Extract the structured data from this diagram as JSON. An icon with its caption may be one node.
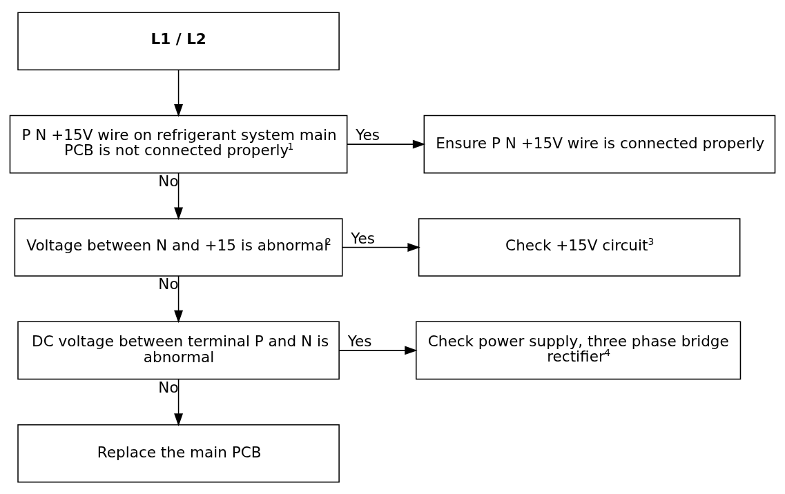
{
  "diagram": {
    "nodes": [
      {
        "text": [
          "L1 / L2"
        ]
      },
      {
        "text": [
          "P N +15V wire on refrigerant system main PCB is not connected properly$^{1}$"
        ]
      },
      {
        "text": [
          "Ensure P N +15V wire is connected properly"
        ]
      },
      {
        "text": [
          "Voltage between N and +15 is abnormal$^{2}$"
        ]
      },
      {
        "text": [
          "Check +15V circuit$^{3}$"
        ]
      },
      {
        "text": [
          "DC voltage between terminal P and N is abnormal"
        ]
      },
      {
        "text": [
          "Check power supply, three phase bridge rectifier$^{4}$"
        ]
      },
      {
        "text": [
          "Replace the main PCB"
        ]
      }
    ],
    "edges": [
      {
        "from": 0,
        "to": 1,
        "arrow": "to"
      },
      {
        "from": 1,
        "to": 2,
        "arrow": "to",
        "label": "Yes"
      },
      {
        "from": 1,
        "to": 3,
        "arrow": "to",
        "label": "No"
      },
      {
        "from": 3,
        "to": 4,
        "arrow": "to",
        "label": "Yes"
      },
      {
        "from": 3,
        "to": 5,
        "arrow": "to",
        "label": "No"
      },
      {
        "from": 5,
        "to": 6,
        "arrow": "to",
        "label": "Yes"
      },
      {
        "from": 5,
        "to": 7,
        "arrow": "to",
        "label": "No"
      }
    ]
  }
}
